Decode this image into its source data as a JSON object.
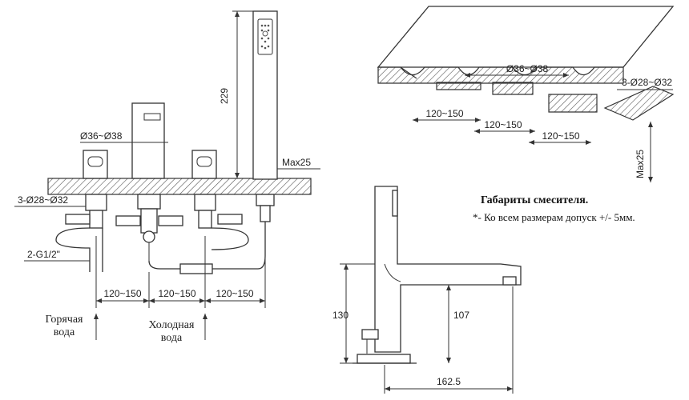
{
  "front_view": {
    "dim_height_shower": "229",
    "dim_max_deck": "Max25",
    "dim_spout_diameter": "Ø36~Ø38",
    "dim_holes": "3-Ø28~Ø32",
    "dim_thread": "2-G1/2\"",
    "dim_spacing_1": "120~150",
    "dim_spacing_2": "120~150",
    "dim_spacing_3": "120~150",
    "label_hot_line1": "Горячая",
    "label_hot_line2": "вода",
    "label_cold_line1": "Холодная",
    "label_cold_line2": "вода"
  },
  "deck_view": {
    "dim_spout_diameter": "Ø36~Ø38",
    "dim_holes": "3-Ø28~Ø32",
    "dim_spacing_1": "120~150",
    "dim_spacing_2": "120~150",
    "dim_spacing_3": "120~150",
    "dim_max": "Max25"
  },
  "side_view": {
    "dim_total_height": "130",
    "dim_spout_height": "107",
    "dim_reach": "162.5"
  },
  "notes": {
    "title": "Габариты смесителя.",
    "body": "*- Ко всем размерам допуск +/- 5мм."
  }
}
